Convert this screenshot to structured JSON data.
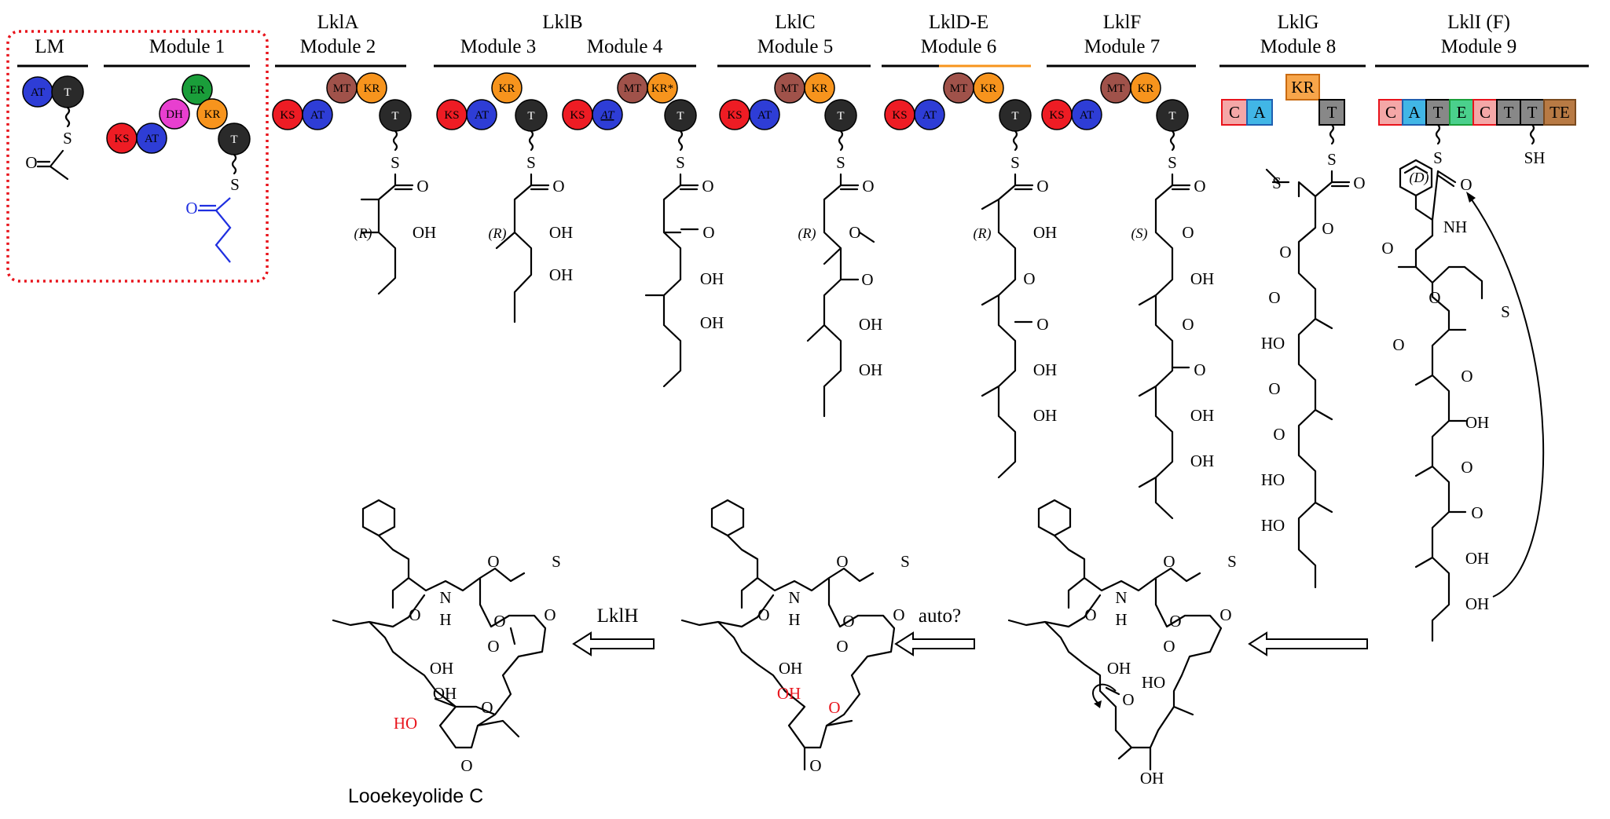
{
  "colors": {
    "KS": "#ee1c24",
    "AT": "#2e3dd6",
    "T": "#2a2a2a",
    "MT": "#a0524a",
    "KR": "#f7941d",
    "DH": "#e83fcf",
    "ER": "#1a9e3a",
    "loading_box": "#e8141c",
    "biocatalysis_blue": "#1f2fe0",
    "red_oh": "#e8141c",
    "nrps_C": "#f4a7a7",
    "nrps_A": "#41b6e6",
    "nrps_T": "#888888",
    "nrps_E": "#4ad08c",
    "nrps_TE": "#b87a44",
    "nrps_KR": "#f7a54a"
  },
  "headers": {
    "lm": "LM",
    "module1": "Module 1",
    "lkla": "LklA",
    "module2": "Module 2",
    "lklb": "LklB",
    "module3": "Module 3",
    "module4": "Module 4",
    "lklc": "LklC",
    "module5": "Module 5",
    "lklde": "LklD-E",
    "module6": "Module 6",
    "lklf": "LklF",
    "module7": "Module 7",
    "lklg": "LklG",
    "module8": "Module 8",
    "lkli": "LklI (F)",
    "module9": "Module 9"
  },
  "domains": {
    "KS": "KS",
    "AT": "AT",
    "T": "T",
    "MT": "MT",
    "KR": "KR",
    "KR_star": "KR*",
    "DH": "DH",
    "ER": "ER",
    "C": "C",
    "A": "A",
    "E": "E",
    "TE": "TE",
    "AT_italic": "AT"
  },
  "chem_labels": {
    "S": "S",
    "O": "O",
    "OH": "OH",
    "HO": "HO",
    "NH": "NH",
    "N": "N",
    "H": "H",
    "SH": "SH",
    "R": "(R)",
    "S_stereo": "(S)",
    "D": "(D)"
  },
  "arrows": {
    "lklh": "LklH",
    "auto": "auto?"
  },
  "product_name": "Looekeyolide C"
}
